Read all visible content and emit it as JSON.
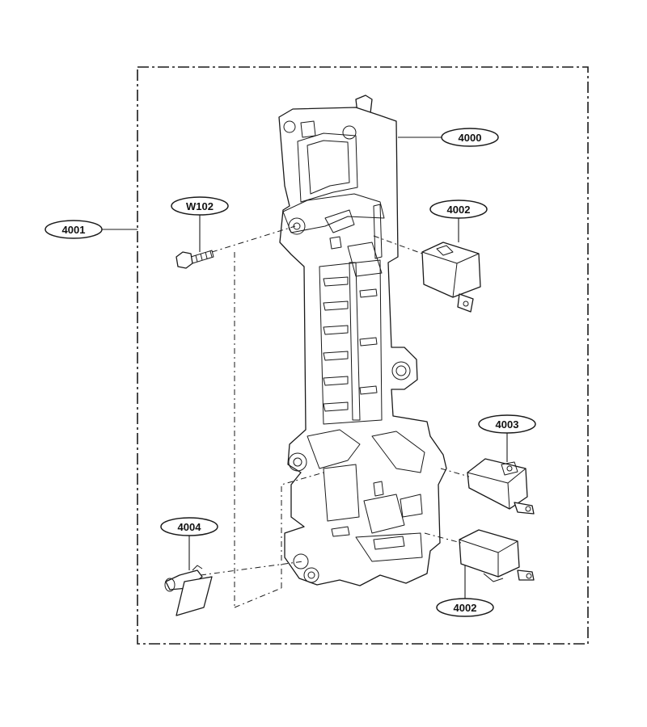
{
  "callouts": {
    "assembly": "4001",
    "frame": "4000",
    "screw": "W102",
    "switch_top": "4002",
    "switch_middle": "4003",
    "switch_bottom": "4002",
    "lever": "4004"
  },
  "colors": {
    "line": "#1a1a1a",
    "background": "#ffffff"
  },
  "icons": {
    "frame": "latch-frame-icon",
    "screw": "screw-icon",
    "switch": "micro-switch-icon",
    "lever": "lever-icon"
  }
}
